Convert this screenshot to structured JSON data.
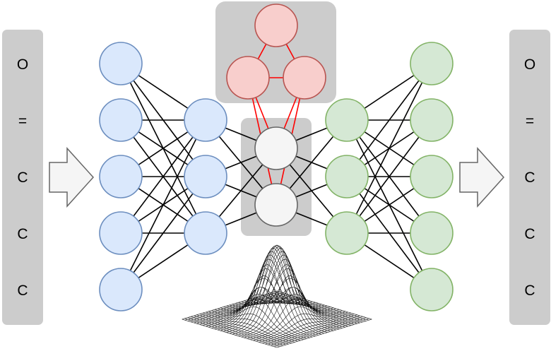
{
  "input_sequence": {
    "tokens": [
      "O",
      "=",
      "C",
      "C",
      "C"
    ]
  },
  "output_sequence": {
    "tokens": [
      "O",
      "=",
      "C",
      "C",
      "C"
    ]
  },
  "colors": {
    "token_panel": "#cccccc",
    "arrow_fill": "#f5f5f5",
    "arrow_stroke": "#666666",
    "encoder_fill": "#dae8fc",
    "encoder_stroke": "#6c8ebf",
    "latent_fill": "#f5f5f5",
    "latent_stroke": "#666666",
    "property_fill": "#f8cecc",
    "property_stroke": "#b85450",
    "decoder_fill": "#d5e8d4",
    "decoder_stroke": "#82b366",
    "edge": "#000000",
    "property_edge": "#ff0000"
  },
  "network": {
    "encoder_layer_sizes": [
      5,
      3
    ],
    "latent_size": 2,
    "property_predictor_sizes": [
      2,
      1
    ],
    "decoder_layer_sizes": [
      3,
      5
    ]
  },
  "icons": {
    "gaussian": "gaussian-surface-icon",
    "arrow": "right-arrow-icon"
  }
}
